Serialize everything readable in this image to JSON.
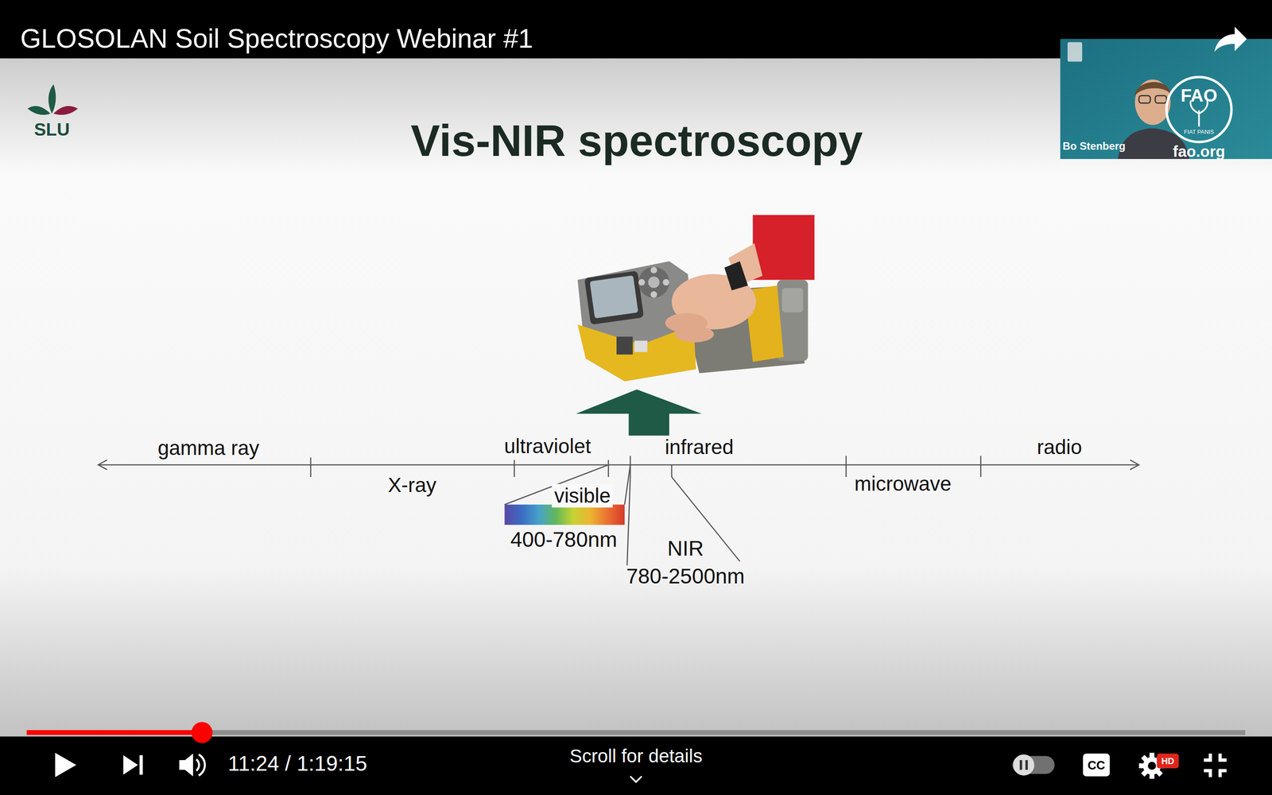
{
  "diagram": {
    "title": "Vis-NIR spectroscopy",
    "nodes": [
      {
        "text": [
          "visible",
          "400-780nm"
        ]
      }
    ],
    "labels": [
      "GLOSOLAN Soil Spectroscopy Webinar #1",
      "SLU",
      "Bo Stenberg",
      "fao.org",
      "gamma ray",
      "X-ray",
      "ultraviolet",
      "infrared",
      "microwave",
      "radio",
      "NIR",
      "780-2500nm",
      "11:24 / 1:19:15",
      "Scroll for details",
      "HD",
      "CC",
      "FAO",
      "FIAT PANIS"
    ]
  }
}
